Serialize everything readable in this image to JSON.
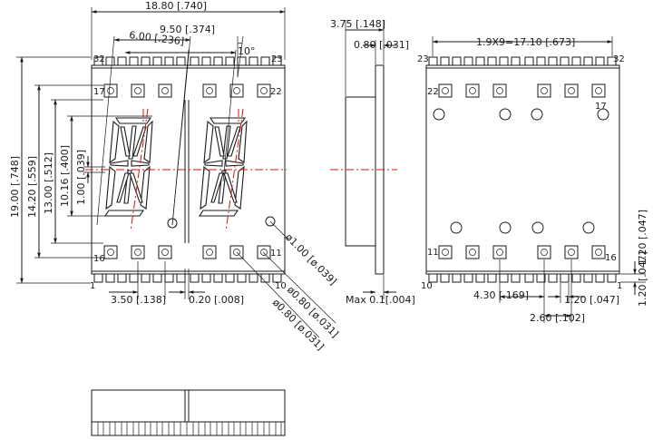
{
  "dims": {
    "overall_width": "18.80 [.740]",
    "digit_pitch": "9.50 [.374]",
    "digit_width": "6.00 [.236]",
    "slant": "10°",
    "depth": "3.75 [.148]",
    "pcb_thickness": "0.80 [.031]",
    "pin_span": "1.9X9=17.10 [.673]",
    "overall_height": "19.00 [.748]",
    "window_height": "14.20 [.559]",
    "body_height": "13.00 [.512]",
    "char_height": "10.16 [.400]",
    "segment_width": "1.00 [.039]",
    "pad_offset": "3.50 [.138]",
    "gap": "0.20 [.008]",
    "dp_diameter": "ø1.00 [ø.039]",
    "hole_diameter_1": "ø0.80 [ø.031]",
    "hole_diameter_2": "ø0.80 [ø.031]",
    "max_tolerance": "Max 0.1[.004]",
    "pad_pitch": "4.30 [.169]",
    "pad_width": "1.20 [.047]",
    "pad_length": "1.20 [.047]",
    "pad_spacing": "2.60 [.102]"
  },
  "pins": {
    "front_top_left": "32",
    "front_top_right": "23",
    "front_inner_top_left": "17",
    "front_inner_top_right": "22",
    "front_inner_bottom_left": "16",
    "front_inner_bottom_right": "11",
    "front_bottom_left": "1",
    "front_bottom_right": "10",
    "back_top_left": "23",
    "back_top_right": "32",
    "back_inner_top_left": "22",
    "back_inner_top_right": "17",
    "back_inner_bottom_left": "11",
    "back_inner_bottom_right": "16",
    "back_bottom_left": "10",
    "back_bottom_right": "1"
  },
  "colors": {
    "line": "#1a1a1a",
    "centerline": "#d81010"
  }
}
